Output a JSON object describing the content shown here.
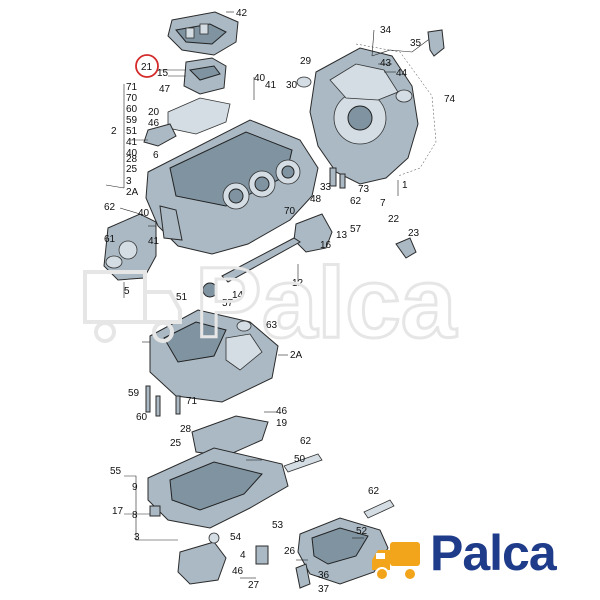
{
  "diagram": {
    "highlight_color": "#d42a2a",
    "part_color": "#aab9c4",
    "callouts": [
      {
        "id": "c42a",
        "text": "42"
      },
      {
        "id": "c21",
        "text": "21"
      },
      {
        "id": "c15",
        "text": "15"
      },
      {
        "id": "c47a",
        "text": "47"
      },
      {
        "id": "c40a",
        "text": "40"
      },
      {
        "id": "c41a",
        "text": "41"
      },
      {
        "id": "c29",
        "text": "29"
      },
      {
        "id": "c30",
        "text": "30"
      },
      {
        "id": "c34",
        "text": "34"
      },
      {
        "id": "c35",
        "text": "35"
      },
      {
        "id": "c43",
        "text": "43"
      },
      {
        "id": "c44",
        "text": "44"
      },
      {
        "id": "c71a",
        "text": "71"
      },
      {
        "id": "c70a",
        "text": "70"
      },
      {
        "id": "c60a",
        "text": "60"
      },
      {
        "id": "c59a",
        "text": "59"
      },
      {
        "id": "c51a",
        "text": "51"
      },
      {
        "id": "c41b",
        "text": "41"
      },
      {
        "id": "c40b",
        "text": "40"
      },
      {
        "id": "c28a",
        "text": "28"
      },
      {
        "id": "c25a",
        "text": "25"
      },
      {
        "id": "c3a",
        "text": "3"
      },
      {
        "id": "c2a",
        "text": "2"
      },
      {
        "id": "c2Aa",
        "text": "2A"
      },
      {
        "id": "c20",
        "text": "20"
      },
      {
        "id": "c46a",
        "text": "46"
      },
      {
        "id": "c6",
        "text": "6"
      },
      {
        "id": "c74",
        "text": "74"
      },
      {
        "id": "c1",
        "text": "1"
      },
      {
        "id": "c33",
        "text": "33"
      },
      {
        "id": "c73",
        "text": "73"
      },
      {
        "id": "c7",
        "text": "7"
      },
      {
        "id": "c62a",
        "text": "62"
      },
      {
        "id": "c40c",
        "text": "40"
      },
      {
        "id": "c61",
        "text": "61"
      },
      {
        "id": "c41c",
        "text": "41"
      },
      {
        "id": "c70b",
        "text": "70"
      },
      {
        "id": "c48",
        "text": "48"
      },
      {
        "id": "c57a",
        "text": "57"
      },
      {
        "id": "c62b",
        "text": "62"
      },
      {
        "id": "c13",
        "text": "13"
      },
      {
        "id": "c16",
        "text": "16"
      },
      {
        "id": "c22",
        "text": "22"
      },
      {
        "id": "c23",
        "text": "23"
      },
      {
        "id": "c5",
        "text": "5"
      },
      {
        "id": "c12",
        "text": "12"
      },
      {
        "id": "c51b",
        "text": "51"
      },
      {
        "id": "c14",
        "text": "14"
      },
      {
        "id": "c57b",
        "text": "57"
      },
      {
        "id": "c63",
        "text": "63"
      },
      {
        "id": "c2Ab",
        "text": "2A"
      },
      {
        "id": "c59b",
        "text": "59"
      },
      {
        "id": "c60b",
        "text": "60"
      },
      {
        "id": "c71b",
        "text": "71"
      },
      {
        "id": "c46b",
        "text": "46"
      },
      {
        "id": "c19",
        "text": "19"
      },
      {
        "id": "c28b",
        "text": "28"
      },
      {
        "id": "c25b",
        "text": "25"
      },
      {
        "id": "c62c",
        "text": "62"
      },
      {
        "id": "c50",
        "text": "50"
      },
      {
        "id": "c55",
        "text": "55"
      },
      {
        "id": "c9",
        "text": "9"
      },
      {
        "id": "c17",
        "text": "17"
      },
      {
        "id": "c8",
        "text": "8"
      },
      {
        "id": "c3b",
        "text": "3"
      },
      {
        "id": "c62d",
        "text": "62"
      },
      {
        "id": "c53",
        "text": "53"
      },
      {
        "id": "c54",
        "text": "54"
      },
      {
        "id": "c4",
        "text": "4"
      },
      {
        "id": "c26",
        "text": "26"
      },
      {
        "id": "c46c",
        "text": "46"
      },
      {
        "id": "c27",
        "text": "27"
      },
      {
        "id": "c36",
        "text": "36"
      },
      {
        "id": "c37",
        "text": "37"
      },
      {
        "id": "c52",
        "text": "52"
      }
    ]
  },
  "logo": {
    "text": "Palca",
    "text_color": "#1f3c8a",
    "icon_color": "#f2a51a",
    "icon_name": "delivery-truck-icon"
  },
  "watermark": {
    "text": "Palca",
    "color": "#e6e6e6"
  }
}
